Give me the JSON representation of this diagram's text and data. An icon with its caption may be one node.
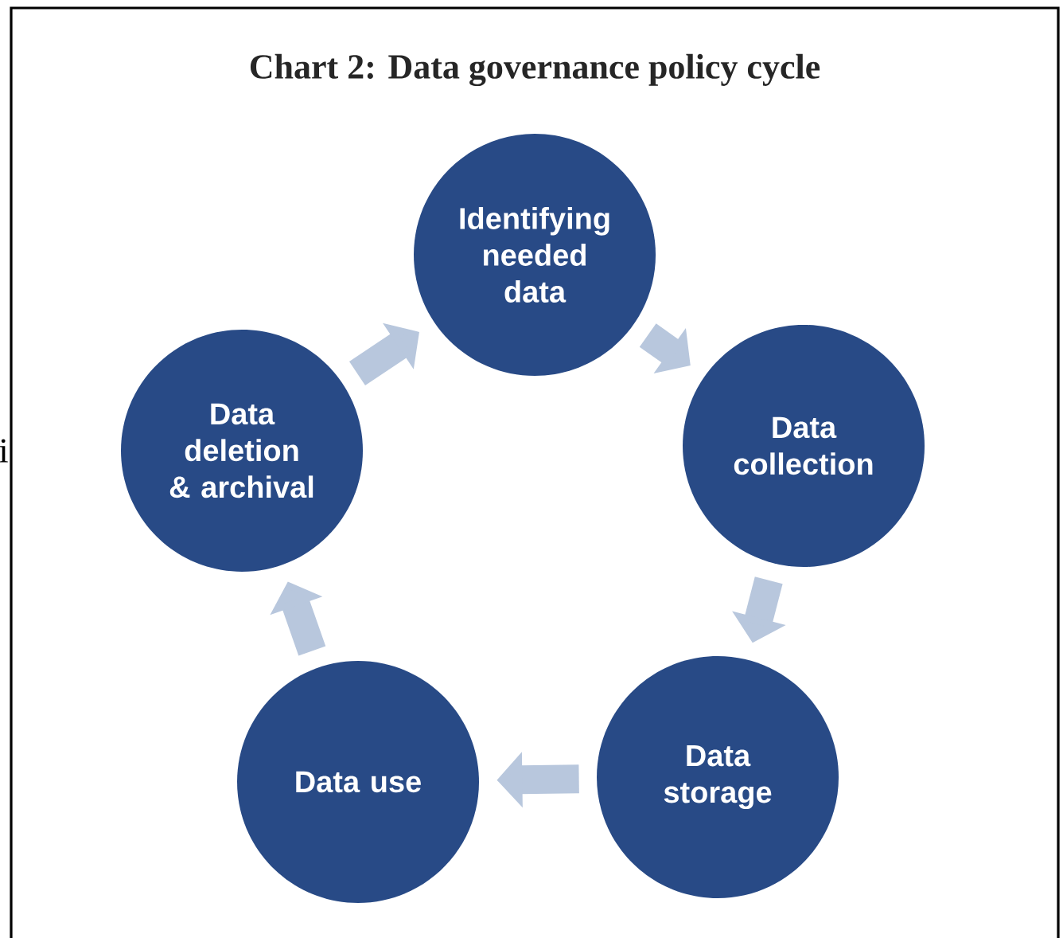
{
  "diagram": {
    "title": "Chart 2: Data governance policy cycle",
    "nodes": [
      {
        "text": [
          "Identifying needed data"
        ]
      },
      {
        "text": [
          "Data collection"
        ]
      },
      {
        "text": [
          "Data storage"
        ]
      },
      {
        "text": [
          "Data use"
        ]
      },
      {
        "text": [
          "Data deletion & archival"
        ]
      }
    ],
    "edges": [
      {
        "from": 0,
        "to": 1,
        "arrow": "to"
      },
      {
        "from": 1,
        "to": 2,
        "arrow": "to"
      },
      {
        "from": 2,
        "to": 3,
        "arrow": "to"
      },
      {
        "from": 3,
        "to": 4,
        "arrow": "to"
      },
      {
        "from": 4,
        "to": 0,
        "arrow": "to"
      }
    ],
    "labels": [
      "i"
    ]
  }
}
